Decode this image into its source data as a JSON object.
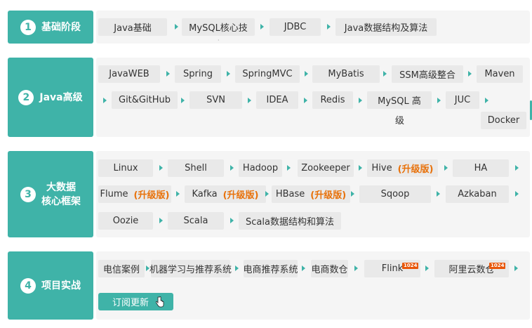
{
  "stages": [
    {
      "num": "1",
      "label": "基础阶段"
    },
    {
      "num": "2",
      "label": "Java高级"
    },
    {
      "num": "3",
      "label": "大数据\n核心框架"
    },
    {
      "num": "4",
      "label": "项目实战"
    }
  ],
  "stage1": {
    "items": [
      "Java基础",
      "MySQL核心技",
      "JDBC",
      "Java数据结构及算法"
    ]
  },
  "stage2": {
    "items": [
      "JavaWEB",
      "Spring",
      "SpringMVC",
      "MyBatis",
      "SSM高级整合",
      "Maven",
      "Git&GitHub",
      "SVN",
      "IDEA",
      "Redis",
      "MySQL 高",
      "JUC",
      "Docker"
    ],
    "wrap_tail": "级"
  },
  "stage3": {
    "items": [
      "Linux",
      "Shell",
      "Hadoop",
      "Zookeeper",
      "Hive",
      "HA",
      "Flume",
      "Kafka",
      "HBase",
      "Sqoop",
      "Azkaban",
      "Oozie",
      "Scala",
      "Scala数据结构和算法"
    ],
    "upgrade": "(升级版)"
  },
  "stage4": {
    "items": [
      "电信案例",
      "机器学习与推荐系统",
      "电商推荐系统",
      "电商数仓",
      "Flink",
      "阿里云数仓"
    ],
    "badge": "1024",
    "subscribe": "订阅更新"
  },
  "colors": {
    "accent": "#3fb3a8",
    "panel": "#f5f5f5",
    "chip": "#e9e9e9",
    "highlight": "#e8710a"
  }
}
